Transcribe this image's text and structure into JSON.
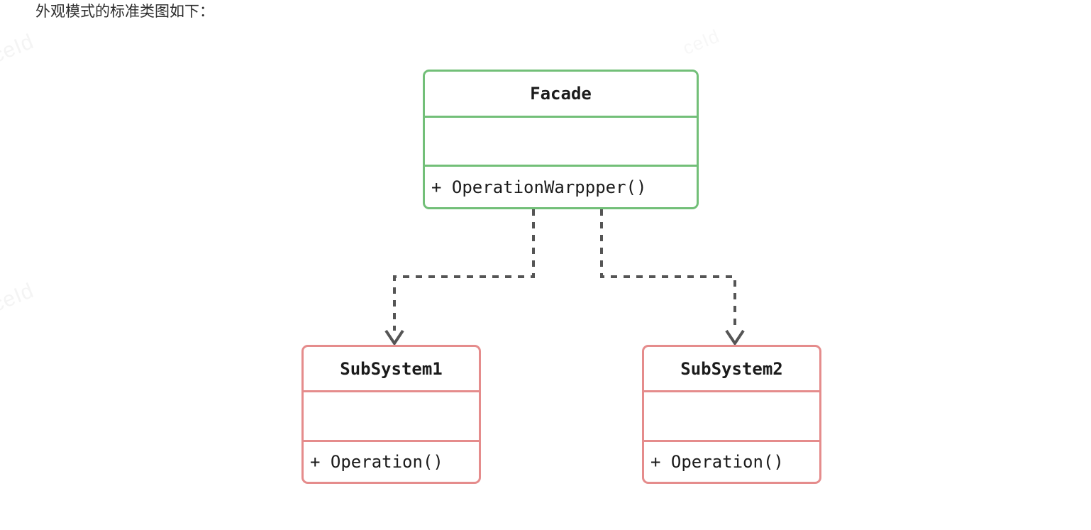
{
  "page": {
    "heading": "外观模式的标准类图如下：",
    "background_color": "#ffffff",
    "watermark_text": "ceId"
  },
  "diagram": {
    "type": "uml-class-diagram",
    "pattern": "Facade",
    "colors": {
      "facade_border": "#72bf78",
      "subsystem_border": "#e58c8c",
      "edge": "#555555",
      "text": "#1b1b1b"
    },
    "classes": [
      {
        "id": "facade",
        "name": "Facade",
        "accent": "#72bf78",
        "attributes": [],
        "methods": [
          "+ OperationWarppper()"
        ]
      },
      {
        "id": "subsystem1",
        "name": "SubSystem1",
        "accent": "#e58c8c",
        "attributes": [],
        "methods": [
          "+ Operation()"
        ]
      },
      {
        "id": "subsystem2",
        "name": "SubSystem2",
        "accent": "#e58c8c",
        "attributes": [],
        "methods": [
          "+ Operation()"
        ]
      }
    ],
    "edges": [
      {
        "id": "edge-facade-subsystem1",
        "from": "facade",
        "to": "subsystem1",
        "style": "dashed",
        "arrow": "open",
        "label": ""
      },
      {
        "id": "edge-facade-subsystem2",
        "from": "facade",
        "to": "subsystem2",
        "style": "dashed",
        "arrow": "open",
        "label": ""
      }
    ]
  }
}
